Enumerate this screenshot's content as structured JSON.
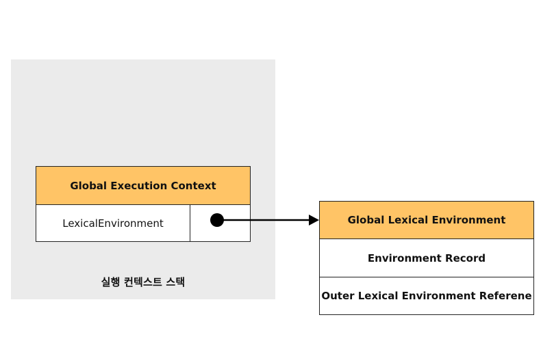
{
  "execution_context": {
    "title": "Global Execution Context",
    "lexical_environment_label": "LexicalEnvironment"
  },
  "call_stack": {
    "caption": "실행 컨텍스트 스택"
  },
  "lexical_environment": {
    "title": "Global Lexical Environment",
    "environment_record": "Environment Record",
    "outer_reference": "Outer Lexical Environment Referene"
  },
  "colors": {
    "header_fill": "#ffc466",
    "stack_background": "#ebebeb",
    "border": "#222222"
  }
}
